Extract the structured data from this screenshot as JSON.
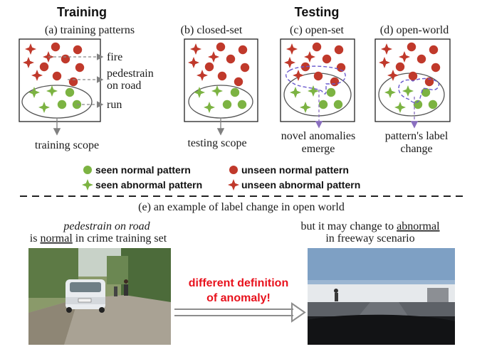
{
  "headings": {
    "training": "Training",
    "testing": "Testing"
  },
  "panels": {
    "a": {
      "title": "(a) training patterns",
      "bottom": "training scope"
    },
    "b": {
      "title": "(b) closed-set",
      "bottom": "testing scope"
    },
    "c": {
      "title": "(c) open-set",
      "bottom_line1": "novel anomalies",
      "bottom_line2": "emerge"
    },
    "d": {
      "title": "(d) open-world",
      "bottom_line1": "pattern's label",
      "bottom_line2": "change"
    }
  },
  "callouts": {
    "fire": "fire",
    "pedestrain_1": "pedestrain",
    "pedestrain_2": "on road",
    "run": "run"
  },
  "legend": {
    "seen_normal": "seen normal pattern",
    "unseen_normal": "unseen normal pattern",
    "seen_abnormal": "seen abnormal pattern",
    "unseen_abnormal": "unseen abnormal pattern"
  },
  "example": {
    "caption": "(e) an example of label change in open world",
    "left_italic": "pedestrain on road",
    "left_pre": "is ",
    "left_underlined": "normal",
    "left_post": " in crime training set",
    "right_pre": "but it may change to ",
    "right_underlined": "abnormal",
    "right_line2": "in freeway scenario",
    "center_line1": "different definition",
    "center_line2": "of anomaly!"
  },
  "colors": {
    "normal": "#c0392b",
    "abnormal_green": "#7cb342",
    "arrow": "#7a6a9a",
    "dashed_purple": "#6a5acd",
    "emphasis": "#e8121d"
  },
  "icons": {
    "seen_normal": "green-circle",
    "unseen_normal": "red-circle",
    "seen_abnormal": "green-star",
    "unseen_abnormal": "red-star"
  }
}
